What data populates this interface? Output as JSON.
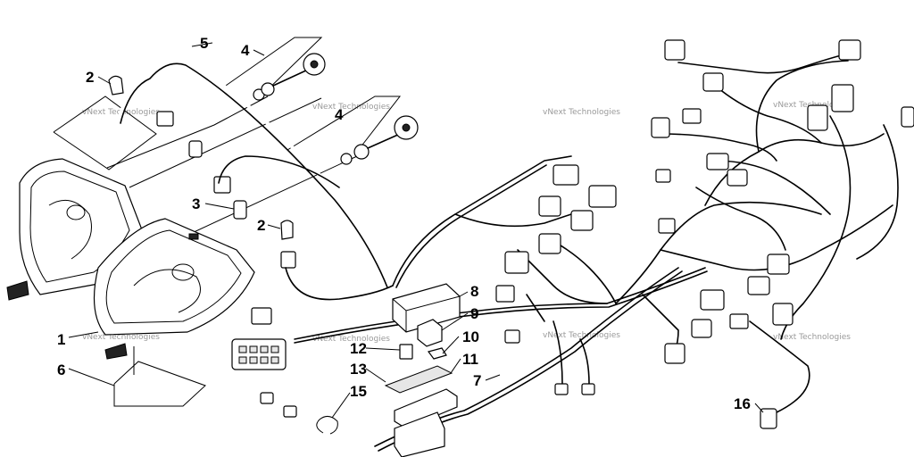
{
  "callouts": [
    {
      "id": "c1",
      "label": "1"
    },
    {
      "id": "c2a",
      "label": "2"
    },
    {
      "id": "c2b",
      "label": "2"
    },
    {
      "id": "c3",
      "label": "3"
    },
    {
      "id": "c4a",
      "label": "4"
    },
    {
      "id": "c4b",
      "label": "4"
    },
    {
      "id": "c5",
      "label": "5"
    },
    {
      "id": "c6",
      "label": "6"
    },
    {
      "id": "c7",
      "label": "7"
    },
    {
      "id": "c8",
      "label": "8"
    },
    {
      "id": "c9",
      "label": "9"
    },
    {
      "id": "c10",
      "label": "10"
    },
    {
      "id": "c11",
      "label": "11"
    },
    {
      "id": "c12",
      "label": "12"
    },
    {
      "id": "c13",
      "label": "13"
    },
    {
      "id": "c15",
      "label": "15"
    },
    {
      "id": "c16",
      "label": "16"
    }
  ],
  "watermark": {
    "line1": "vNext Technologies",
    "line2": "Technologies"
  },
  "colors": {
    "line": "#000000",
    "background": "#ffffff",
    "watermark": "#9a9a9a"
  }
}
